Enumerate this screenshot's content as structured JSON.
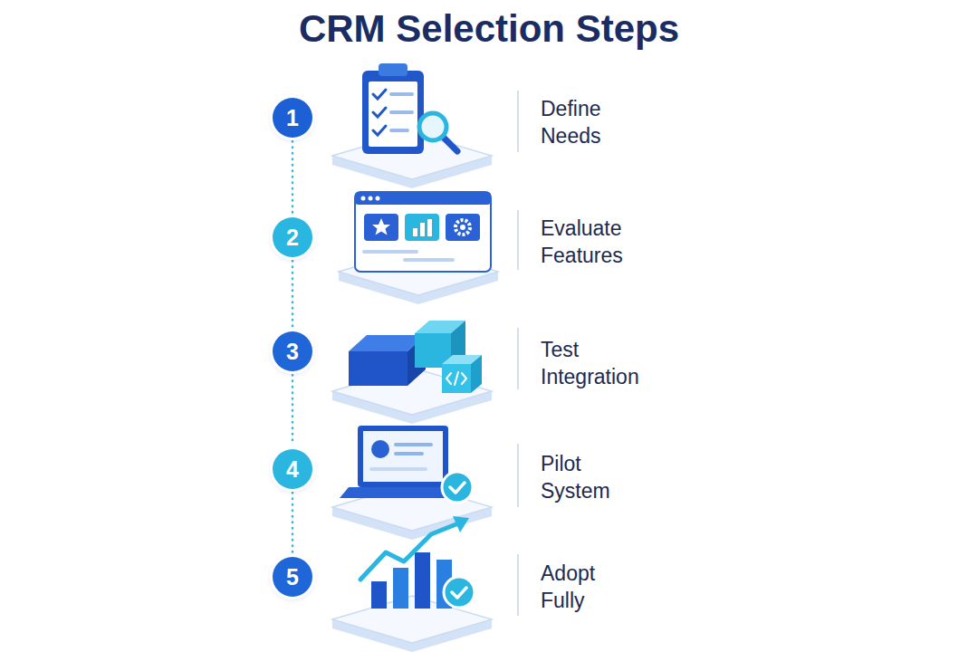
{
  "diagram": {
    "title": "CRM Selection Steps",
    "nodes": [
      {
        "text": [
          "1"
        ]
      },
      {
        "text": [
          "2"
        ]
      },
      {
        "text": [
          "3"
        ]
      },
      {
        "text": [
          "4"
        ]
      },
      {
        "text": [
          "5"
        ]
      }
    ],
    "edges": [
      {
        "from": 0,
        "to": 1,
        "arrow": "none"
      },
      {
        "from": 1,
        "to": 2,
        "arrow": "none"
      },
      {
        "from": 2,
        "to": 3,
        "arrow": "none"
      },
      {
        "from": 3,
        "to": 4,
        "arrow": "none"
      }
    ],
    "labels": [
      "Define Needs",
      "Evaluate Features",
      "Test Integration",
      "Pilot System",
      "Adopt Fully"
    ]
  }
}
